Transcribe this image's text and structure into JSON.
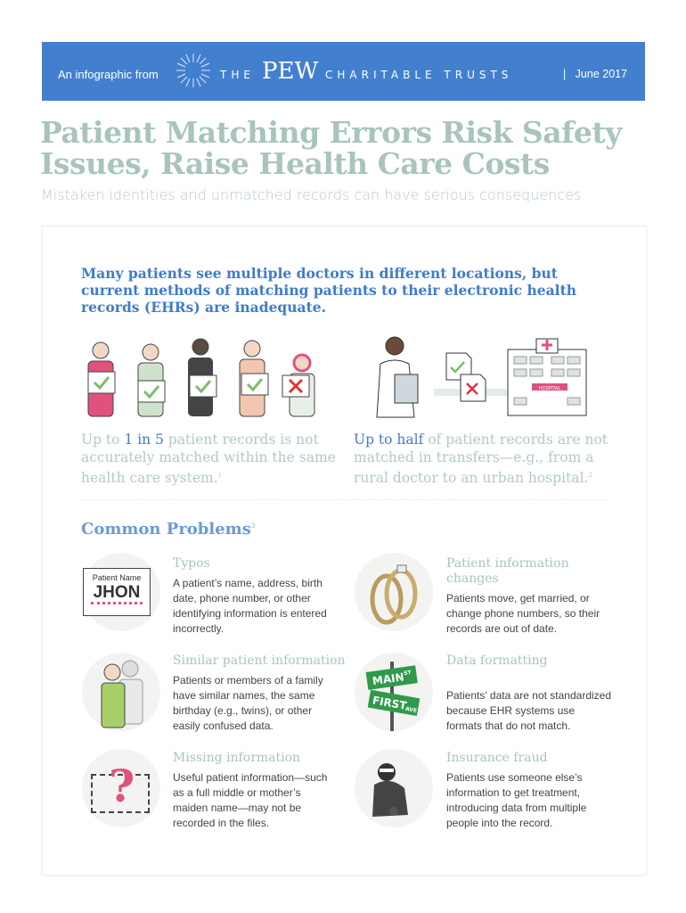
{
  "header": {
    "from": "An infographic from",
    "the": "THE",
    "pew": "PEW",
    "charitable": "CHARITABLE TRUSTS",
    "date": "|   June 2017",
    "logo_text": "THE PEW CHARITABLE TRUSTS"
  },
  "title_line1": "Patient Matching Errors Risk Safety",
  "title_line2": "Issues, Raise Health Care Costs",
  "subtitle": "Mistaken identities and unmatched records can have serious consequences",
  "intro": "Many patients see multiple doctors in different locations, but current methods of matching patients to their electronic health records (EHRs) are inadequate.",
  "stats": [
    {
      "pre": "Up to ",
      "bold": "1 in 5",
      "post": " patient records is not accurately matched within the same health care system.",
      "note": "1"
    },
    {
      "pre": "",
      "bold": "Up to half",
      "post": " of patient records are not matched in transfers—e.g., from a rural doctor to an urban hospital.",
      "note": "2"
    }
  ],
  "common": {
    "title": "Common Problems",
    "note": "3"
  },
  "badge": {
    "label": "Patient Name",
    "name": "JHON"
  },
  "signs": {
    "main": "MAIN",
    "st": "ST",
    "first": "FIRST",
    "ave": "AVE"
  },
  "hospital_sign": "HOSPITAL",
  "problems": [
    {
      "title": "Typos",
      "body": "A patient’s name, address, birth date, phone number, or other identifying information is entered incorrectly."
    },
    {
      "title": "Patient information changes",
      "body": "Patients move, get married, or change phone numbers, so their records are out of date."
    },
    {
      "title": "Similar patient information",
      "body": "Patients or members of a family have similar names, the same birthday (e.g., twins), or other easily confused data."
    },
    {
      "title": "Data formatting",
      "body": "Patients’ data are not standardized because EHR systems use formats that do not match."
    },
    {
      "title": "Missing information",
      "body": "Useful patient information—such as a full middle or mother’s maiden name—may not be recorded in the files."
    },
    {
      "title": "Insurance fraud",
      "body": "Patients use someone else’s information to get treatment, introducing data from multiple people into the record."
    }
  ],
  "colors": {
    "header": "#4280cf",
    "title": "#a9c5b9",
    "accent": "#3f7ccf"
  }
}
